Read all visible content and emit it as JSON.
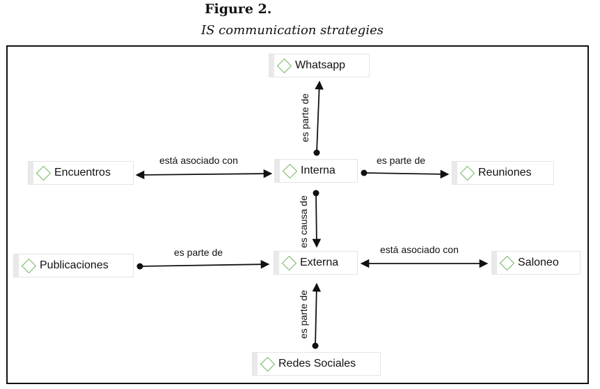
{
  "figure": {
    "label": "Figure 2.",
    "title": "IS communication strategies"
  },
  "nodes": {
    "whatsapp": "Whatsapp",
    "encuentros": "Encuentros",
    "interna": "Interna",
    "reuniones": "Reuniones",
    "publicaciones": "Publicaciones",
    "externa": "Externa",
    "saloneo": "Saloneo",
    "redes_sociales": "Redes Sociales"
  },
  "edges": {
    "interna_whatsapp": "es parte de",
    "encuentros_interna": "está asociado con",
    "interna_reuniones": "es parte de",
    "interna_externa": "es causa de",
    "publicaciones_externa": "es parte de",
    "externa_saloneo": "está asociado con",
    "redes_externa": "es parte de"
  },
  "colors": {
    "diamond": "#6db35a",
    "line": "#111111"
  }
}
